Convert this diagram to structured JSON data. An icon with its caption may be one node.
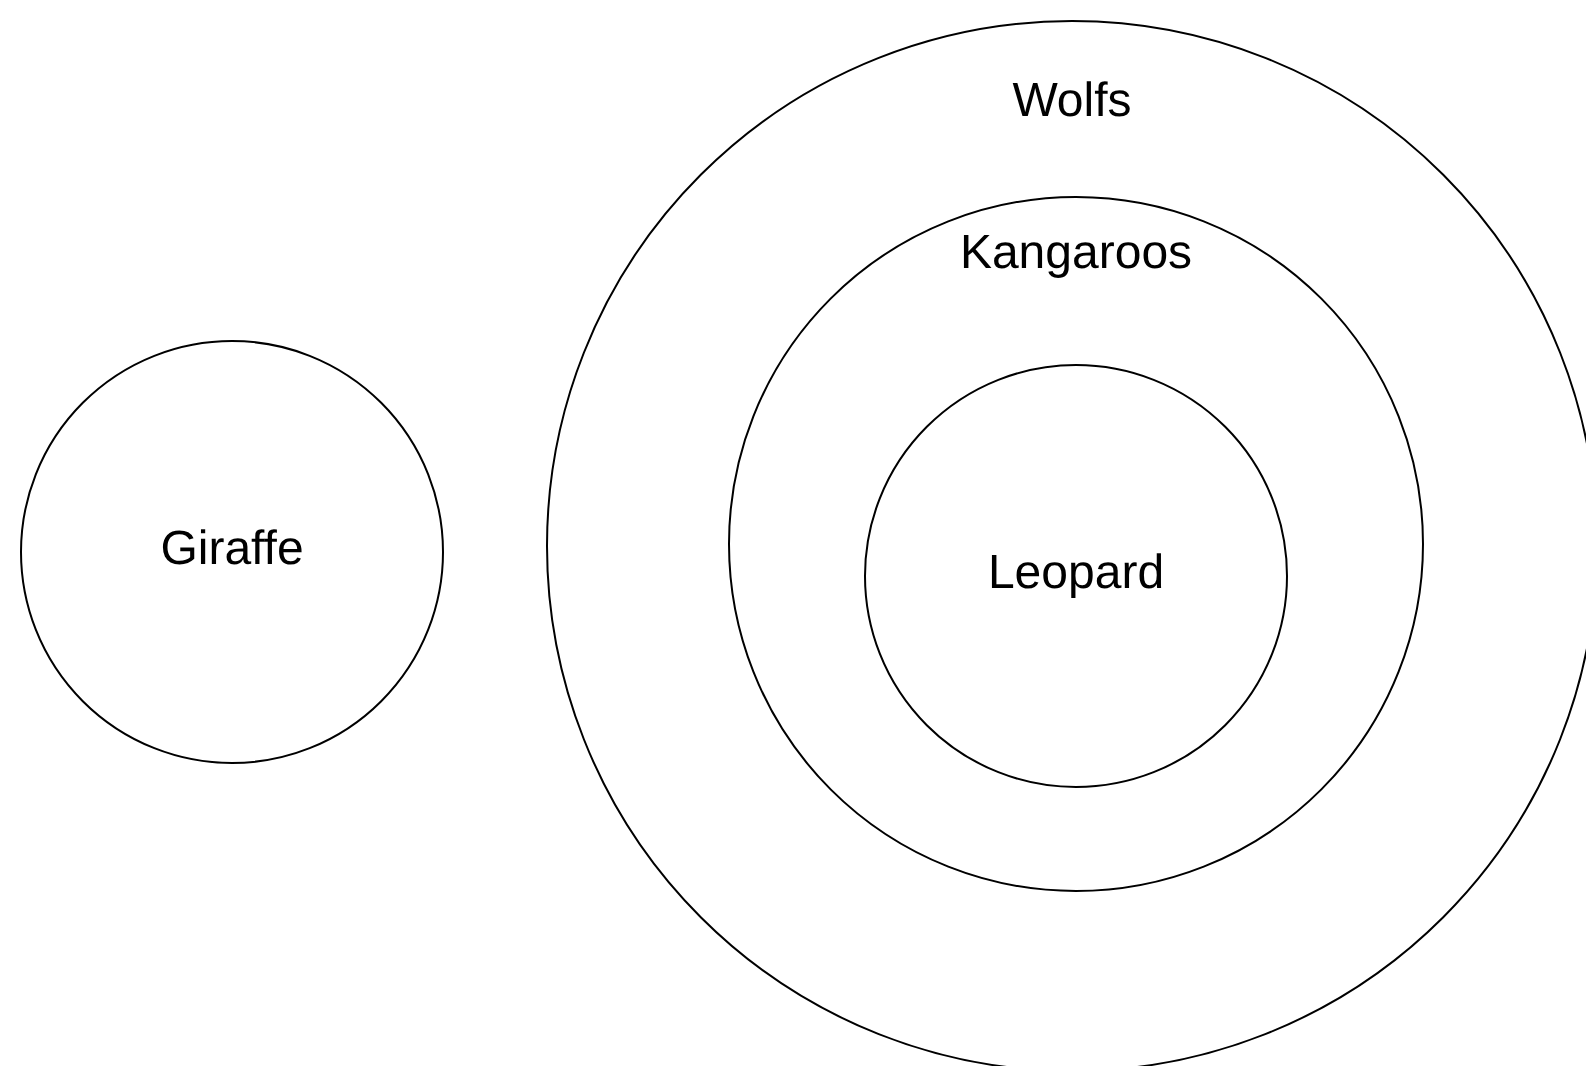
{
  "diagram": {
    "nodes": [
      {
        "text": [
          "Giraffe"
        ]
      },
      {
        "text": [
          "Wolfs"
        ]
      },
      {
        "text": [
          "Kangaroos"
        ],
        "in": 1
      },
      {
        "text": [
          "Leopard"
        ],
        "in": 2
      }
    ]
  }
}
